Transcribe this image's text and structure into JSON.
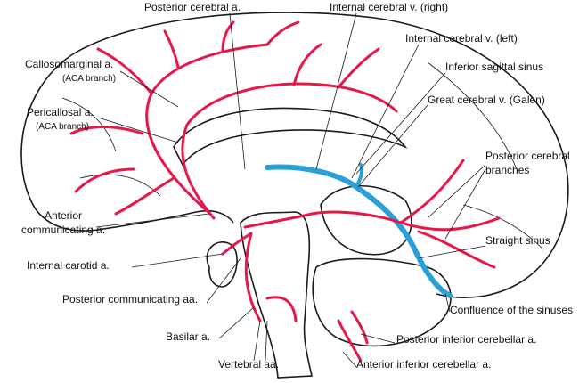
{
  "colors": {
    "artery": "#e8174a",
    "sinus": "#2a9fd8",
    "outline": "#1a1a1a"
  },
  "labels": {
    "posterior_cerebral": "Posterior cerebral a.",
    "internal_cerebral_right": "Internal cerebral v. (right)",
    "internal_cerebral_left": "Internal cerebral v. (left)",
    "callosomarginal": "Callosomarginal a.",
    "callosomarginal_note": "(ACA branch)",
    "inferior_sagittal": "Inferior sagittal sinus",
    "pericallosal": "Pericallosal a.",
    "pericallosal_note": "(ACA branch)",
    "great_cerebral": "Great cerebral v. (Galen)",
    "posterior_cerebral_branches_1": "Posterior cerebral",
    "posterior_cerebral_branches_2": "branches",
    "anterior_comm_1": "Anterior",
    "anterior_comm_2": "communicating a.",
    "straight_sinus": "Straight sinus",
    "internal_carotid": "Internal carotid a.",
    "posterior_comm": "Posterior communicating aa.",
    "confluence": "Confluence of the sinuses",
    "basilar": "Basilar a.",
    "pica": "Posterior inferior cerebellar a.",
    "vertebral": "Vertebral aa.",
    "aica": "Anterior inferior cerebellar a."
  }
}
